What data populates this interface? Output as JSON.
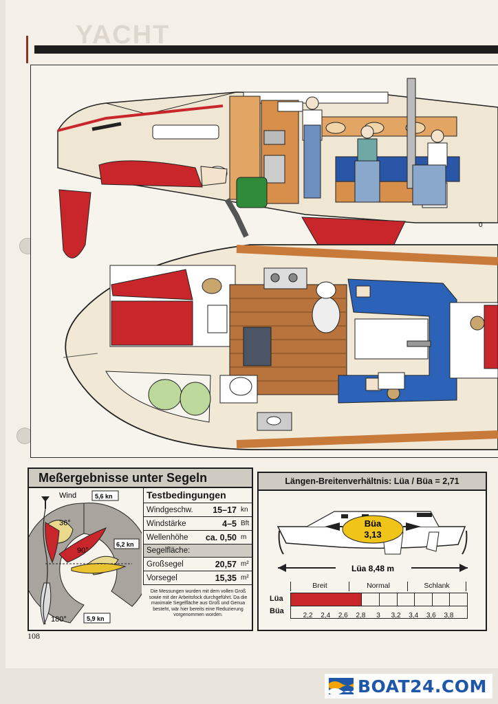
{
  "page": {
    "number": "108",
    "watermark": {
      "brand": "BOAT24",
      "domain": ".COM"
    }
  },
  "section_view": {
    "scale_mark": "0"
  },
  "measurement": {
    "title": "Meßergebnisse unter Segeln",
    "diagram": {
      "wind_label": "Wind",
      "speed_top": "5,6 kn",
      "speed_right": "6,2 kn",
      "speed_bottom": "5,9 kn",
      "angle_36": "36°",
      "angle_90": "90°",
      "angle_180": "180°"
    },
    "conditions_title": "Testbedingungen",
    "rows": [
      {
        "label": "Windgeschw.",
        "value": "15–17",
        "unit": "kn"
      },
      {
        "label": "Windstärke",
        "value": "4–5",
        "unit": "Bft"
      },
      {
        "label": "Wellenhöhe",
        "value": "ca. 0,50",
        "unit": "m"
      }
    ],
    "sail_area_title": "Segelfläche:",
    "sail_rows": [
      {
        "label": "Großsegel",
        "value": "20,57",
        "unit": "m²"
      },
      {
        "label": "Vorsegel",
        "value": "15,35",
        "unit": "m²"
      }
    ],
    "note": "Die Messungen wurden mit dem vollen Groß sowie mit der Arbeitsfock durchgeführt. Da die maximale Segelfläche aus Groß und Genua besteht, wär hier bereits eine Reduzierung vorgenommen worden."
  },
  "ratio": {
    "title": "Längen-Breitenverhältnis: Lüa / Büa = 2,71",
    "bua_label": "Büa",
    "bua_value": "3,13",
    "lua_label": "Lüa 8,48 m",
    "categories": [
      "Breit",
      "Normal",
      "Schlank"
    ],
    "rows": [
      "Lüa",
      "Büa"
    ],
    "ticks": [
      "2,2",
      "2,4",
      "2,6",
      "2,8",
      "3",
      "3,2",
      "3,4",
      "3,6",
      "3,8"
    ],
    "value": 2.71,
    "colors": {
      "fill": "#c8262b"
    }
  }
}
